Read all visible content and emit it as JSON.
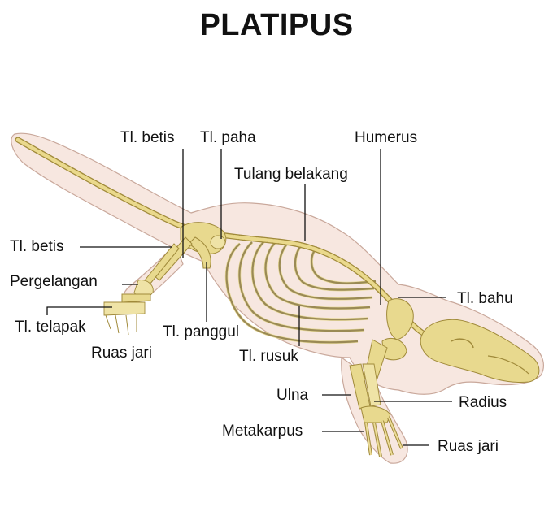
{
  "title": "PLATIPUS",
  "labels": {
    "tl_betis_top": "Tl. betis",
    "tl_paha": "Tl. paha",
    "humerus": "Humerus",
    "tulang_belakang": "Tulang belakang",
    "tl_betis_left": "Tl. betis",
    "pergelangan": "Pergelangan",
    "tl_bahu": "Tl. bahu",
    "tl_telapak": "Tl. telapak",
    "tl_panggul": "Tl. panggul",
    "ruas_jari_left": "Ruas jari",
    "tl_rusuk": "Tl. rusuk",
    "ulna": "Ulna",
    "radius": "Radius",
    "metakarpus": "Metakarpus",
    "ruas_jari_right": "Ruas jari"
  },
  "colors": {
    "body": "#f7e7e0",
    "body_outline": "#c9a89b",
    "bone": "#e8d98e"
  }
}
